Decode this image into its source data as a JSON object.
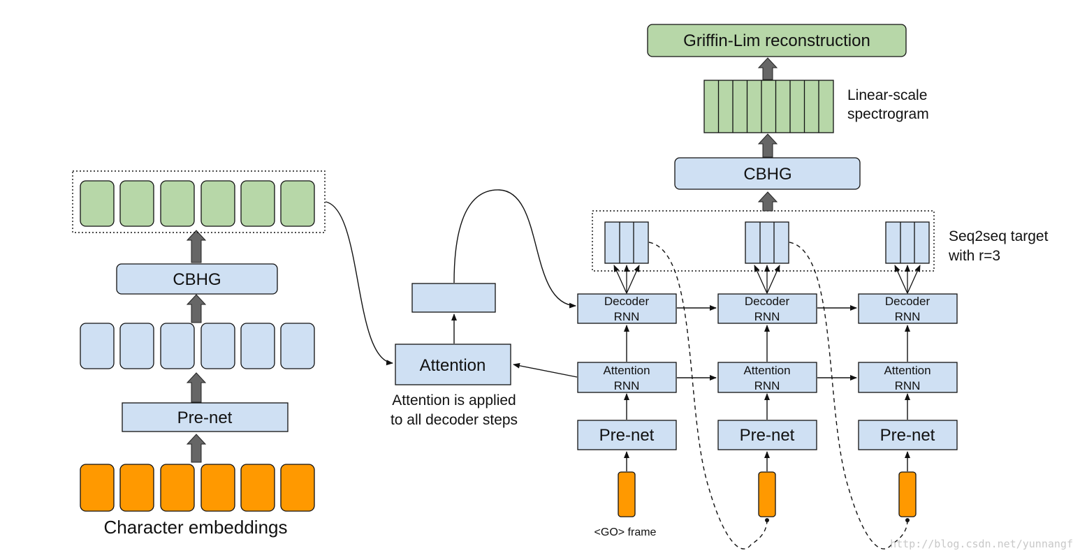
{
  "colors": {
    "blue_fill": "#cfe0f3",
    "green_fill": "#b7d7a8",
    "orange_fill": "#ff9900",
    "stroke": "#111111",
    "big_arrow": "#666666"
  },
  "encoder": {
    "embeddings_label": "Character embeddings",
    "prenet_label": "Pre-net",
    "cbhg_label": "CBHG"
  },
  "attention": {
    "label": "Attention",
    "note_line1": "Attention is applied",
    "note_line2": "to all decoder steps"
  },
  "decoder": {
    "steps": [
      {
        "prenet": "Pre-net",
        "attention_rnn": [
          "Attention",
          "RNN"
        ],
        "decoder_rnn": [
          "Decoder",
          "RNN"
        ]
      },
      {
        "prenet": "Pre-net",
        "attention_rnn": [
          "Attention",
          "RNN"
        ],
        "decoder_rnn": [
          "Decoder",
          "RNN"
        ]
      },
      {
        "prenet": "Pre-net",
        "attention_rnn": [
          "Attention",
          "RNN"
        ],
        "decoder_rnn": [
          "Decoder",
          "RNN"
        ]
      }
    ],
    "go_frame_label": "<GO> frame",
    "target_label_line1": "Seq2seq target",
    "target_label_line2": "with r=3"
  },
  "postnet": {
    "cbhg_label": "CBHG",
    "spectrogram_line1": "Linear-scale",
    "spectrogram_line2": "spectrogram",
    "griffin_label": "Griffin-Lim reconstruction"
  },
  "watermark": "http://blog.csdn.net/yunnangf"
}
